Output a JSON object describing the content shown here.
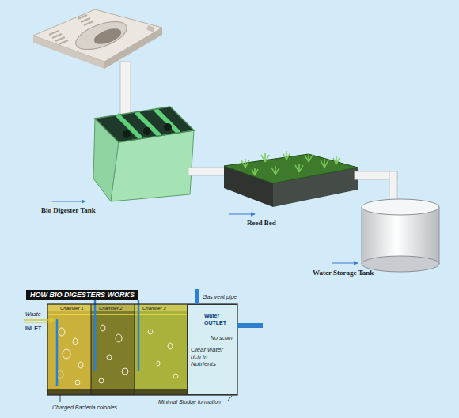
{
  "diagram": {
    "title": "HOW BIO DIGESTERS WORKS",
    "nodes": [
      {
        "text": [
          "Clear water rich in Nutrients"
        ]
      }
    ],
    "labels": [
      "Bio Digester Tank",
      "Reed Bed",
      "Water Storage Tank",
      "Waste",
      "INLET",
      "Chamber 1",
      "Chamber 2",
      "Chamber 3",
      "Gas vent pipe",
      "Water",
      "OUTLET",
      "No scum",
      "Charged Bacteria colonies",
      "Minimal Sludge formation"
    ]
  }
}
